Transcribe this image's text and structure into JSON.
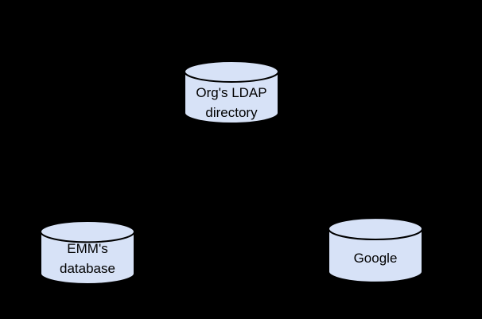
{
  "background_color": "#000000",
  "colors": {
    "node_fill": "#d7e2f7",
    "node_stroke": "#000000",
    "node_text": "#000000"
  },
  "diagram": {
    "type": "database-sync-diagram",
    "nodes": [
      {
        "id": "orgs-ldap-directory",
        "shape": "cylinder",
        "lines": [
          "Org's LDAP",
          "directory"
        ]
      },
      {
        "id": "emms-database",
        "shape": "cylinder",
        "lines": [
          "EMM's",
          "database"
        ]
      },
      {
        "id": "google",
        "shape": "cylinder",
        "lines": [
          "Google"
        ]
      }
    ]
  }
}
